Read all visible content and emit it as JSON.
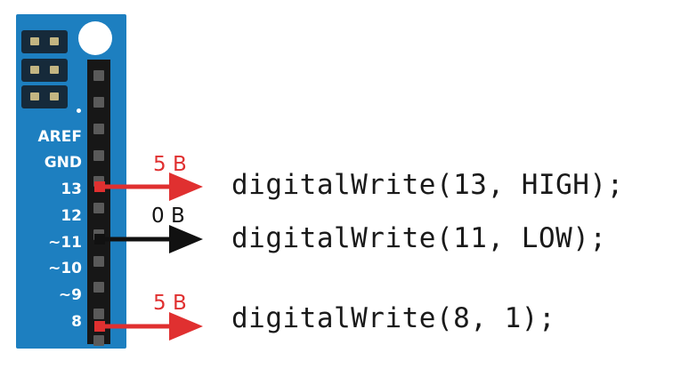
{
  "pins": [
    {
      "label": "AREF",
      "key": "aref"
    },
    {
      "label": "GND",
      "key": "gnd"
    },
    {
      "label": "13",
      "key": "13"
    },
    {
      "label": "12",
      "key": "12"
    },
    {
      "label": "~11",
      "key": "11"
    },
    {
      "label": "~10",
      "key": "10"
    },
    {
      "label": "~9",
      "key": "9"
    },
    {
      "label": "8",
      "key": "8"
    }
  ],
  "code_lines": [
    {
      "text": "digitalWrite(13, HIGH);",
      "voltage": "5 В",
      "pin": "13",
      "color": "#e03030"
    },
    {
      "text": "digitalWrite(11, LOW);",
      "voltage": "0 В",
      "pin": "11",
      "color": "#111111"
    },
    {
      "text": "digitalWrite(8, 1);",
      "voltage": "5 В",
      "pin": "8",
      "color": "#e03030"
    }
  ],
  "colors": {
    "board": "#1d7fc0",
    "high": "#e03030",
    "low": "#111111"
  }
}
